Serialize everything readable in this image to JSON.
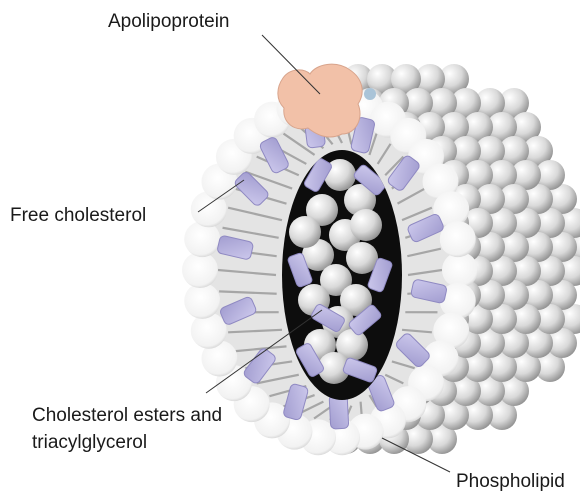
{
  "labels": {
    "apolipoprotein": "Apolipoprotein",
    "free_cholesterol": "Free cholesterol",
    "core_line1": "Cholesterol esters and",
    "core_line2": "triacylglycerol",
    "phospholipid": "Phospholipid"
  },
  "colors": {
    "sphere_light": "#ffffff",
    "sphere_mid": "#d9d9d9",
    "sphere_dark": "#8c8c8c",
    "cholesterol_fill": "#b8b3dd",
    "cholesterol_edge": "#8f89c2",
    "apolipoprotein_fill": "#f2c1a8",
    "core_void": "#0d0d0d",
    "tails": "#a6a6a6",
    "leader_line": "#333333"
  }
}
